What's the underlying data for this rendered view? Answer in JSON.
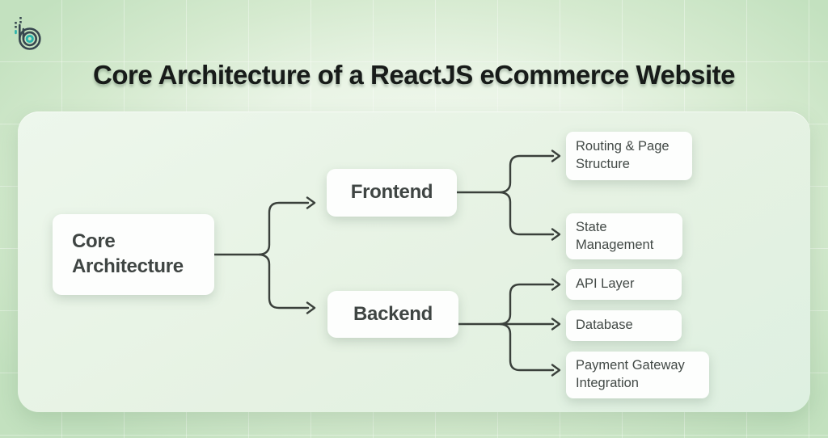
{
  "title": "Core Architecture of a ReactJS eCommerce Website",
  "brand": {
    "logo_icon": "b-mark-logo",
    "logo_dark": "#37474f",
    "logo_teal": "#2ab3ab"
  },
  "diagram": {
    "tree": {
      "label": "Core Architecture",
      "children": [
        {
          "label": "Frontend",
          "children": [
            {
              "label": "Routing & Page Structure"
            },
            {
              "label": "State Management"
            }
          ]
        },
        {
          "label": "Backend",
          "children": [
            {
              "label": "API Layer"
            },
            {
              "label": "Database"
            },
            {
              "label": "Payment Gateway Integration"
            }
          ]
        }
      ]
    },
    "colors": {
      "connector": "#3a403b",
      "node_background": "#fdfefd",
      "node_text": "#3f4543",
      "panel_background": "#e6f2e3",
      "page_background": "#cfe7cb"
    }
  }
}
